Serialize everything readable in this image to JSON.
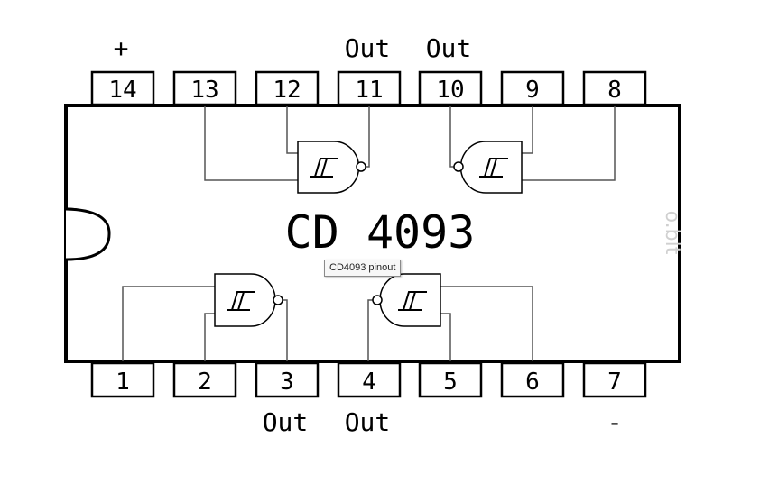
{
  "chip": {
    "title": "CD 4093",
    "watermark": "o.blt"
  },
  "top_pins": [
    "14",
    "13",
    "12",
    "11",
    "10",
    "9",
    "8"
  ],
  "bottom_pins": [
    "1",
    "2",
    "3",
    "4",
    "5",
    "6",
    "7"
  ],
  "top_labels": {
    "pin14": "+",
    "pin11": "Out",
    "pin10": "Out"
  },
  "bottom_labels": {
    "pin3": "Out",
    "pin4": "Out",
    "pin7": "-"
  },
  "tooltip": "CD4093 pinout",
  "gates": [
    {
      "name": "gate-top-left",
      "symbol": "schmitt-trigger-nand"
    },
    {
      "name": "gate-top-right",
      "symbol": "schmitt-trigger-nand"
    },
    {
      "name": "gate-bottom-left",
      "symbol": "schmitt-trigger-nand"
    },
    {
      "name": "gate-bottom-right",
      "symbol": "schmitt-trigger-nand"
    }
  ],
  "colors": {
    "line": "#000000",
    "wire": "#555555",
    "background": "#ffffff"
  }
}
